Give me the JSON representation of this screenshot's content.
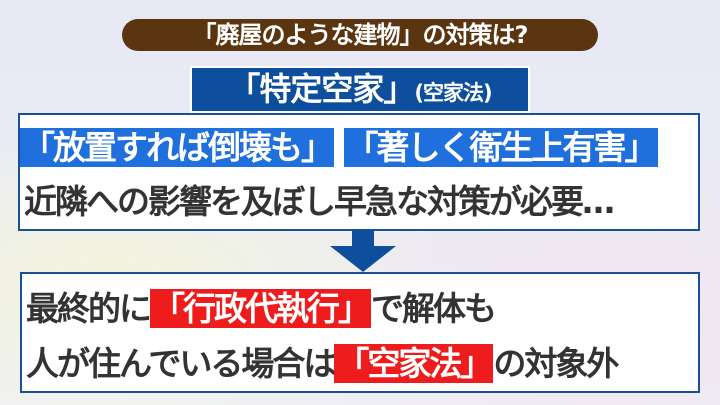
{
  "title": "「廃屋のような建物」の対策は?",
  "subtitle": {
    "main": "「特定空家」",
    "paren": "(空家法)"
  },
  "box1": {
    "highlight1": "「放置すれば倒壊も」",
    "highlight2": "「著しく衛生上有害」",
    "line2": "近隣への影響を及ぼし早急な対策が必要…"
  },
  "box2": {
    "line1_pre": "最終的に",
    "line1_hl": "「行政代執行」",
    "line1_post": "で解体も",
    "line2_pre": "人が住んでいる場合は",
    "line2_hl": "「空家法」",
    "line2_post": "の対象外"
  },
  "colors": {
    "title_bg": "#5b3410",
    "subtitle_bg": "#0d4f9c",
    "blue_highlight": "#1f6fdc",
    "red_highlight": "#ee1c1c"
  }
}
